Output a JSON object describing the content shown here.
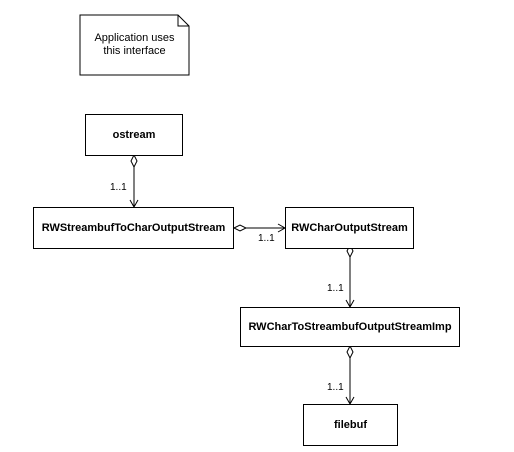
{
  "note": {
    "line1": "Application uses",
    "line2": "this interface"
  },
  "classes": {
    "ostream": "ostream",
    "rw_streambuf_to_char": "RWStreambufToCharOutputStream",
    "rw_char_output": "RWCharOutputStream",
    "rw_char_to_streambuf_imp": "RWCharToStreambufOutputStreamImp",
    "filebuf": "filebuf"
  },
  "multiplicities": {
    "ostream_to_streambuf": "1..1",
    "streambuf_to_char_output": "1..1",
    "char_output_to_imp": "1..1",
    "imp_to_filebuf": "1..1"
  }
}
